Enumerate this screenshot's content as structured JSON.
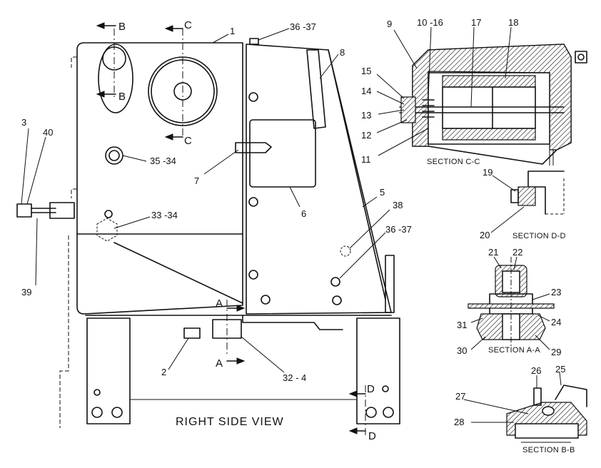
{
  "view_title": "RIGHT SIDE VIEW",
  "section_titles": {
    "cc": "SECTION C-C",
    "dd": "SECTION D-D",
    "aa": "SECTION A-A",
    "bb": "SECTION B-B"
  },
  "section_letters": {
    "b": "B",
    "c": "C",
    "a": "A",
    "d": "D"
  },
  "callouts": {
    "c1": "1",
    "c36_37_top": "36 -37",
    "c8": "8",
    "c3": "3",
    "c40": "40",
    "c39": "39",
    "c35_34": "35 -34",
    "c7": "7",
    "c6": "6",
    "c5": "5",
    "c33_34": "33 -34",
    "c38": "38",
    "c36_37_mid": "36 -37",
    "c2": "2",
    "c32_4": "32 - 4",
    "c9": "9",
    "c10_16": "10 -16",
    "c17": "17",
    "c18": "18",
    "c15": "15",
    "c14": "14",
    "c13": "13",
    "c12": "12",
    "c11": "11",
    "c19": "19",
    "c20": "20",
    "c21": "21",
    "c22": "22",
    "c23": "23",
    "c24": "24",
    "c31": "31",
    "c30": "30",
    "c29": "29",
    "c26": "26",
    "c25": "25",
    "c27": "27",
    "c28": "28"
  }
}
